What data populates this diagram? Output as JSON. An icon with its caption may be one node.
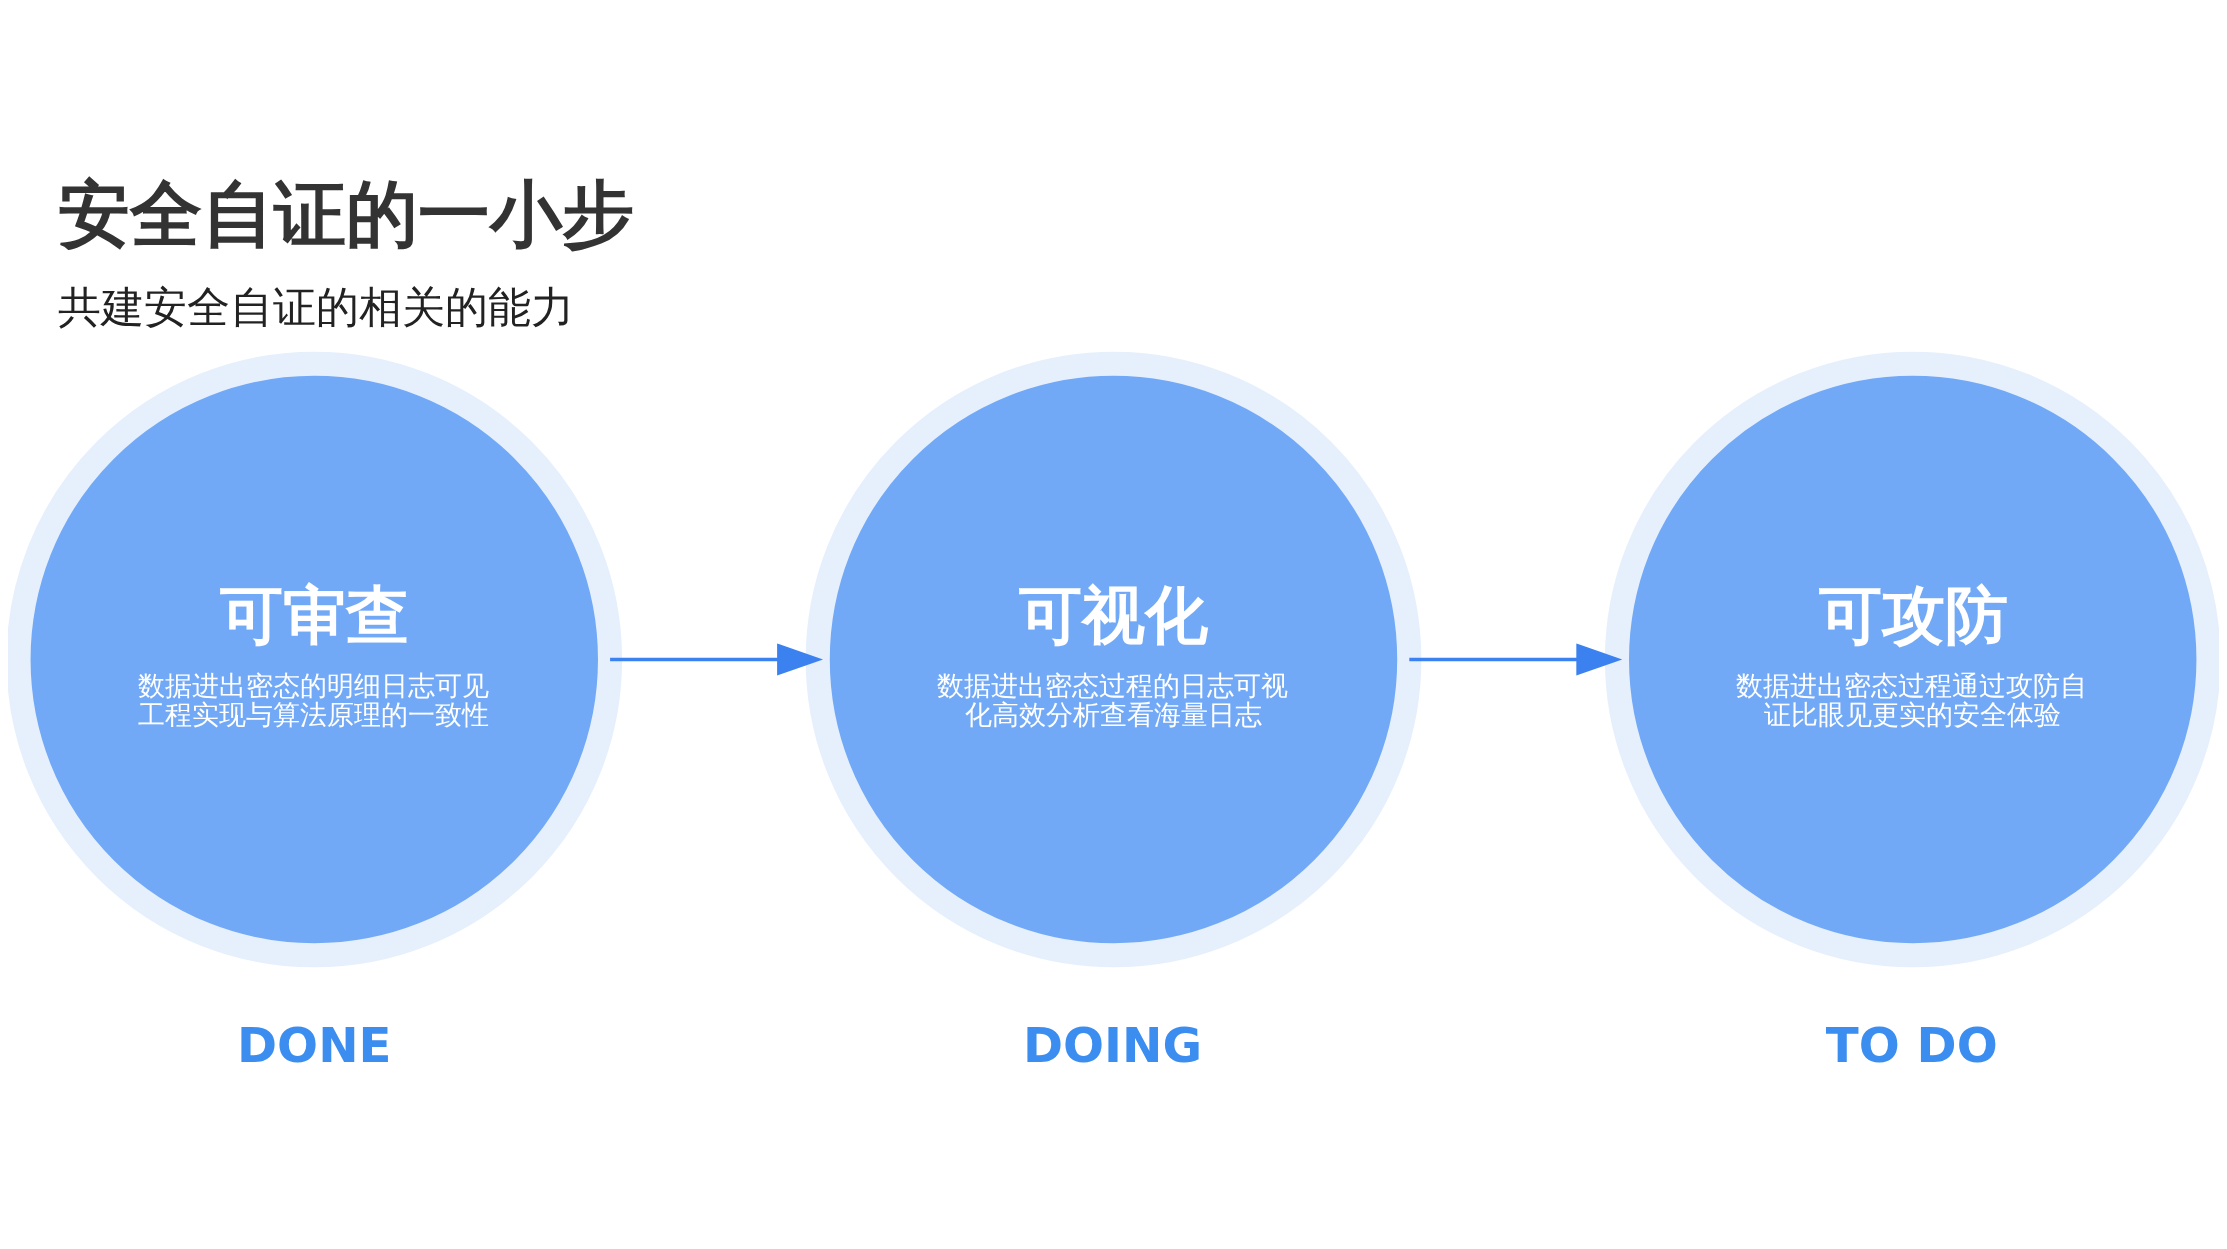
{
  "diagram": {
    "title": "安全自证的一小步",
    "caption": "共建安全自证的相关的能力",
    "nodes": [
      {
        "text": [
          "可审查",
          "数据进出密态的明细日志可见工程实现与算法原理的一致性"
        ],
        "beside": [
          "DONE"
        ]
      },
      {
        "text": [
          "可视化",
          "数据进出密态过程的日志可视化高效分析查看海量日志"
        ],
        "beside": [
          "DOING"
        ]
      },
      {
        "text": [
          "可攻防",
          "数据进出密态过程通过攻防自证比眼见更实的安全体验"
        ],
        "beside": [
          "TO DO"
        ]
      }
    ],
    "edges": [
      {
        "from": 0,
        "to": 1,
        "arrow": "to"
      },
      {
        "from": 1,
        "to": 2,
        "arrow": "to"
      }
    ]
  }
}
